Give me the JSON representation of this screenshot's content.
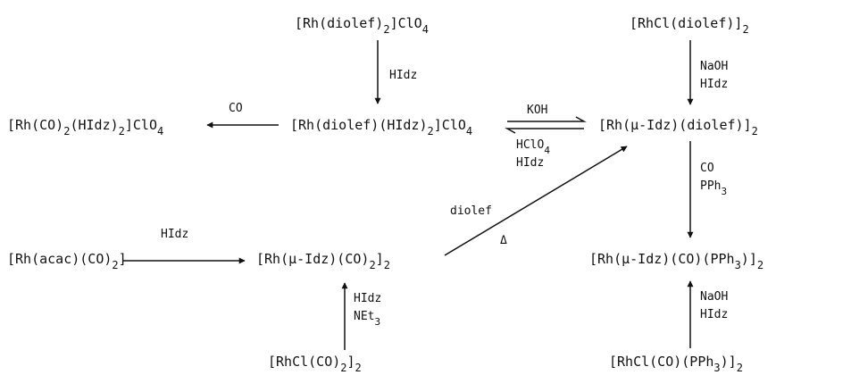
{
  "compounds": {
    "rh_diolef2_clo4": [
      "[Rh(diolef)",
      "2",
      "]ClO",
      "4"
    ],
    "rhcl_diolef_2": [
      "[RhCl(diolef)]",
      "2"
    ],
    "rh_co2_hidz2_clo4": [
      "[Rh(CO)",
      "2",
      "(HIdz)",
      "2",
      "]ClO",
      "4"
    ],
    "rh_diolef_hidz2_clo4": [
      "[Rh(diolef)(HIdz)",
      "2",
      "]ClO",
      "4"
    ],
    "rh_mu_idz_diolef_2": [
      "[Rh(μ-Idz)(diolef)]",
      "2"
    ],
    "rh_acac_co2": [
      "[Rh(acac)(CO)",
      "2",
      "]"
    ],
    "rh_mu_idz_co2_2": [
      "[Rh(μ-Idz)(CO)",
      "2",
      "]",
      "2"
    ],
    "rh_mu_idz_co_pph3_2": [
      "[Rh(μ-Idz)(CO)(PPh",
      "3",
      ")]",
      "2"
    ],
    "rhcl_co2_2": [
      "[RhCl(CO)",
      "2",
      "]",
      "2"
    ],
    "rhcl_co_pph3_2": [
      "[RhCl(CO)(PPh",
      "3",
      ")]",
      "2"
    ]
  },
  "reagents": {
    "hidz_down": "HIdz",
    "naoh": "NaOH",
    "hidz_right": "HIdz",
    "co_left": "CO",
    "koh": "KOH",
    "hclo4": [
      "HClO",
      "4"
    ],
    "hidz_reverse": "HIdz",
    "co_right": "CO",
    "pph3": [
      "PPh",
      "3"
    ],
    "diolef": "diolef",
    "delta": "Δ",
    "hidz_acac": "HIdz",
    "hidz_bottom": "HIdz",
    "net3": [
      "NEt",
      "3"
    ],
    "naoh_bottom": "NaOH",
    "hidz_bottom_right": "HIdz"
  },
  "colors": {
    "ink": "#111111",
    "background": "#ffffff"
  }
}
